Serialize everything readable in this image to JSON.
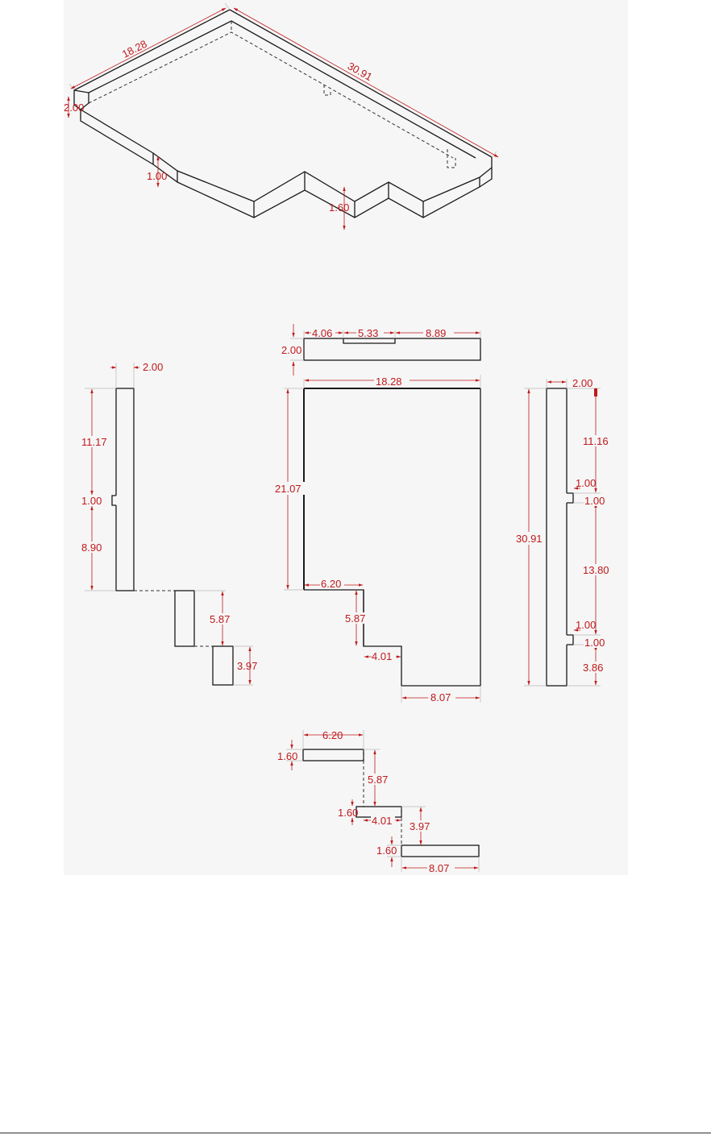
{
  "drawing": {
    "background_color": "#f6f6f6",
    "dimension_color": "#c0191c",
    "isometric_view": {
      "width": "18.28",
      "length": "30.91",
      "height": "2.00",
      "step_a": "1.00",
      "step_b": "1.60"
    },
    "top_strip": {
      "left": "4.06",
      "middle": "5.33",
      "right": "8.89",
      "height": "2.00"
    },
    "plan_view": {
      "width": "18.28",
      "height": "21.07",
      "step1_width": "6.20",
      "step1_drop": "5.87",
      "step2_width": "4.01",
      "bottom_width": "8.07"
    },
    "left_view": {
      "thickness": "2.00",
      "upper": "11.17",
      "notch": "1.00",
      "lower": "8.90",
      "block1": "5.87",
      "block2": "3.97"
    },
    "right_view": {
      "thickness": "2.00",
      "total": "30.91",
      "upper": "11.16",
      "notch1_depth": "1.00",
      "notch1_height": "1.00",
      "middle": "13.80",
      "notch2_depth": "1.00",
      "notch2_height": "1.00",
      "lower": "3.86"
    },
    "bottom_view": {
      "step1_width": "6.20",
      "step1_thickness": "1.60",
      "drop1": "5.87",
      "step2_thickness": "1.60",
      "step2_width": "4.01",
      "drop2": "3.97",
      "step3_thickness": "1.60",
      "step3_width": "8.07"
    }
  }
}
